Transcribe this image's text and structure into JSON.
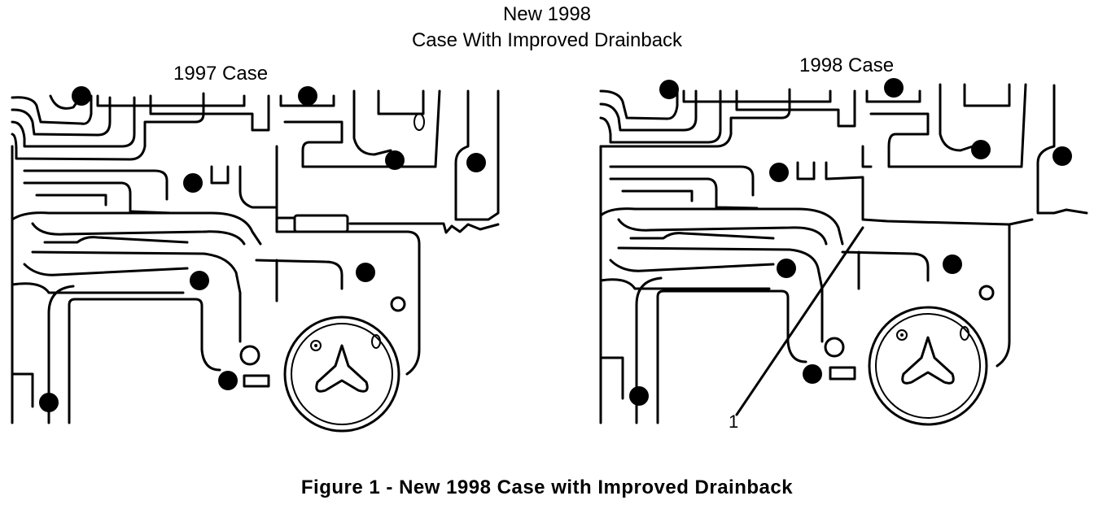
{
  "header": {
    "line1": "New 1998",
    "line2": "Case With Improved Drainback"
  },
  "panels": {
    "left_label": "1997 Case",
    "right_label": "1998 Case"
  },
  "callout": {
    "number": "1"
  },
  "caption": "Figure 1 - New 1998 Case with Improved Drainback"
}
